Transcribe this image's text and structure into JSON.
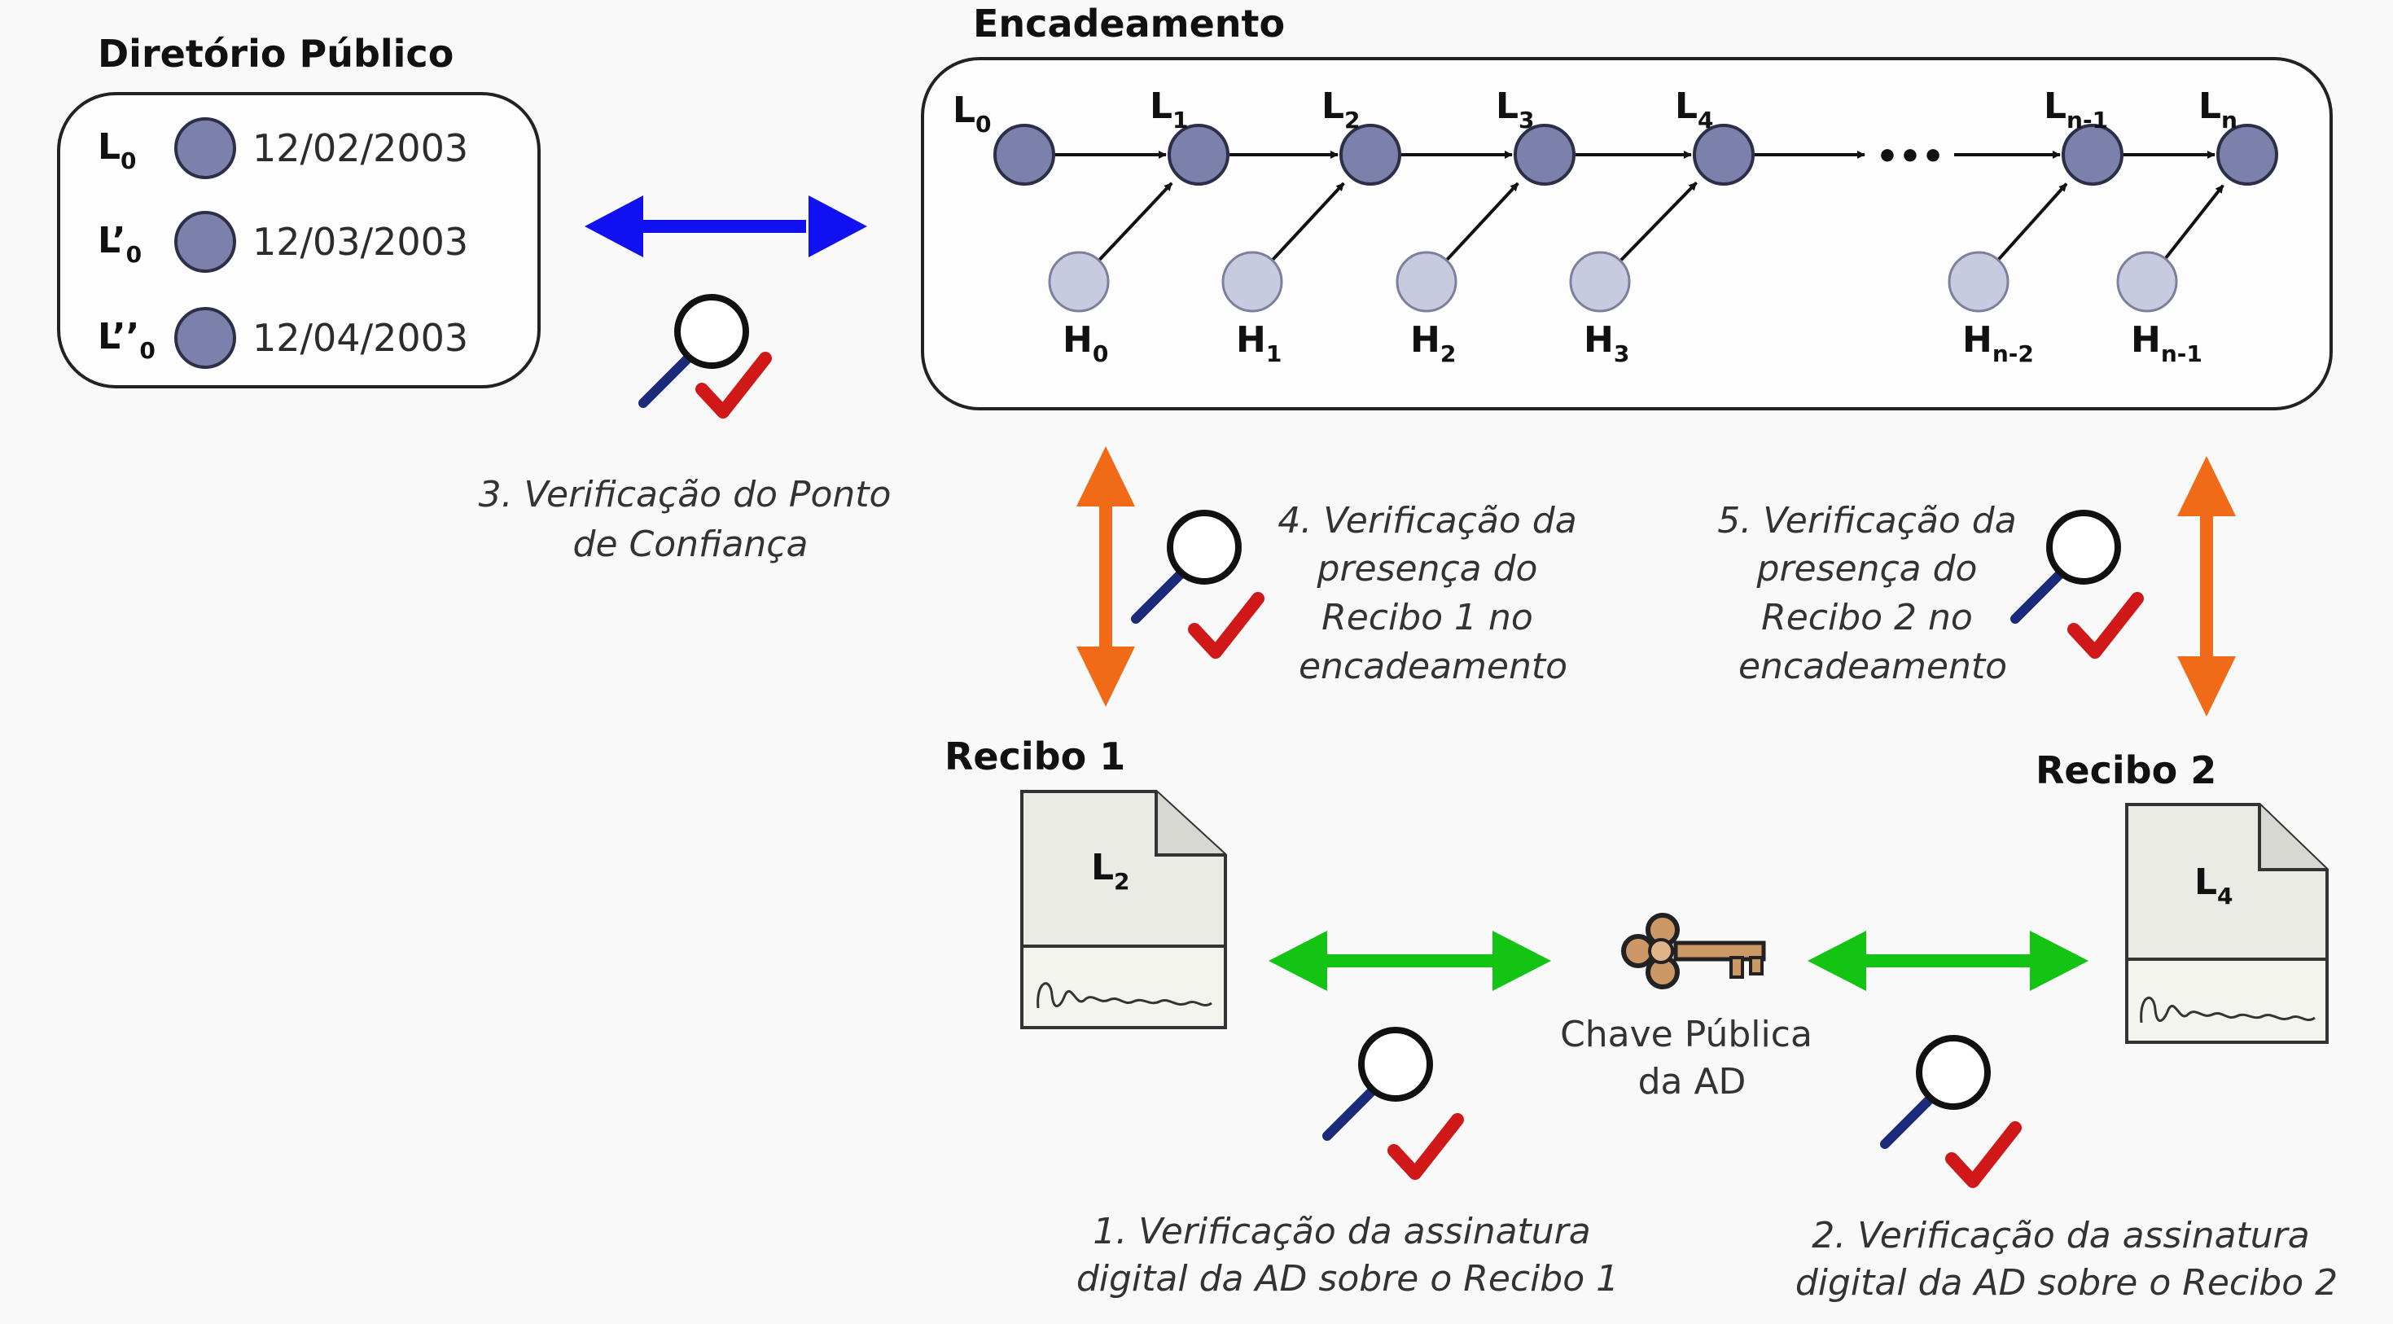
{
  "directory": {
    "title": "Diretório Público",
    "entries": [
      {
        "label": "L",
        "prime": "",
        "sub": "0",
        "date": "12/02/2003"
      },
      {
        "label": "L",
        "prime": "’",
        "sub": "0",
        "date": "12/03/2003"
      },
      {
        "label": "L",
        "prime": "’’",
        "sub": "0",
        "date": "12/04/2003"
      }
    ]
  },
  "chain": {
    "title": "Encadeamento",
    "l_nodes": [
      {
        "label": "L",
        "sub": "0"
      },
      {
        "label": "L",
        "sub": "1"
      },
      {
        "label": "L",
        "sub": "2"
      },
      {
        "label": "L",
        "sub": "3"
      },
      {
        "label": "L",
        "sub": "4"
      },
      {
        "label": "L",
        "sub": "n-1"
      },
      {
        "label": "L",
        "sub": "n"
      }
    ],
    "h_nodes": [
      {
        "label": "H",
        "sub": "0"
      },
      {
        "label": "H",
        "sub": "1"
      },
      {
        "label": "H",
        "sub": "2"
      },
      {
        "label": "H",
        "sub": "3"
      },
      {
        "label": "H",
        "sub": "n-2"
      },
      {
        "label": "H",
        "sub": "n-1"
      }
    ],
    "ellipsis": "•••"
  },
  "captions": {
    "step3": [
      "3. Verificação do Ponto",
      "de Confiança"
    ],
    "step4": [
      "4. Verificação da",
      "presença do",
      "Recibo 1 no",
      "encadeamento"
    ],
    "step5": [
      "5. Verificação da",
      "presença do",
      "Recibo 2 no",
      "encadeamento"
    ],
    "step1": [
      "1. Verificação da assinatura",
      "digital da AD sobre o Recibo 1"
    ],
    "step2": [
      "2. Verificação da assinatura",
      "digital da AD sobre o Recibo 2"
    ]
  },
  "receipts": [
    {
      "title": "Recibo 1",
      "label": "L",
      "sub": "2"
    },
    {
      "title": "Recibo 2",
      "label": "L",
      "sub": "4"
    }
  ],
  "key": {
    "label_lines": [
      "Chave Pública",
      "da AD"
    ]
  },
  "colors": {
    "blue_arrow": "#1010f0",
    "orange_arrow": "#f06a18",
    "green_arrow": "#14c414",
    "check": "#d01818",
    "node_dark": "#7b81ab",
    "node_light": "#c8cbe0"
  }
}
